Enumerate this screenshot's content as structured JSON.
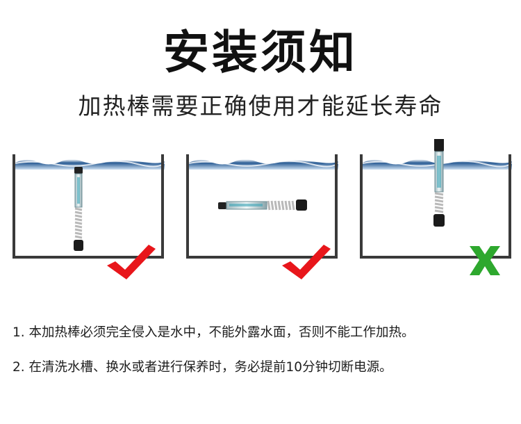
{
  "header": {
    "title": "安装须知",
    "subtitle": "加热棒需要正确使用才能延长寿命"
  },
  "panels": [
    {
      "state": "correct",
      "mark_icon": "check-icon",
      "mark_color": "#e8161b"
    },
    {
      "state": "correct",
      "mark_icon": "check-icon",
      "mark_color": "#e8161b"
    },
    {
      "state": "wrong",
      "mark_icon": "cross-icon",
      "mark_color": "#2ea82e"
    }
  ],
  "notes": [
    "1. 本加热棒必须完全侵入是水中，不能外露水面，否则不能工作加热。",
    "2. 在清洗水槽、换水或者进行保养时，务必提前10分钟切断电源。"
  ],
  "colors": {
    "tank_border": "#3a3a3a",
    "water": "#1f4f86",
    "check": "#e8161b",
    "cross": "#2ea82e"
  }
}
